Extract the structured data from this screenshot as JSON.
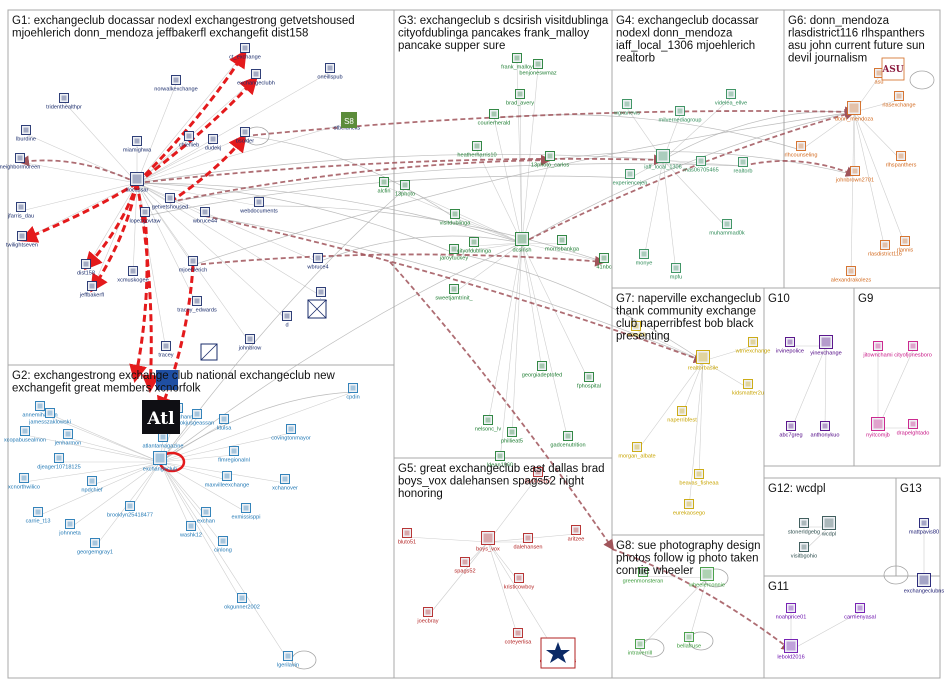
{
  "groups": [
    {
      "id": "G1",
      "title": [
        "G1: exchangeclub docassar nodexl exchangestrong getvetshoused",
        "mjoehlerich donn_mendoza jeffbakerfl exchangefit dist158"
      ],
      "color": "#1a2c6b"
    },
    {
      "id": "G2",
      "title": [
        "G2: exchangestrong exchange club national exchangeclub new",
        "exchangefit great members xcnorfolk"
      ],
      "color": "#1f77b4"
    },
    {
      "id": "G3",
      "title": [
        "G3: exchangeclub s dcsirish visitdublinga",
        "cityofdublinga pancakes frank_malloy",
        "pancake supper sure"
      ],
      "color": "#1e7d32"
    },
    {
      "id": "G4",
      "title": [
        "G4: exchangeclub docassar",
        "nodexl donn_mendoza",
        "iaff_local_1306 mjoehlerich",
        "realtorb"
      ],
      "color": "#2e8b57"
    },
    {
      "id": "G5",
      "title": [
        "G5: great exchangeclub east dallas brad",
        "boys_vox dalehansen spags52 night",
        "honoring"
      ],
      "color": "#b22222"
    },
    {
      "id": "G6",
      "title": [
        "G6: donn_mendoza",
        "rlasdistrict116 rlhspanthers",
        "asu john current future sun",
        "devil journalism"
      ],
      "color": "#d2691e"
    },
    {
      "id": "G7",
      "title": [
        "G7: naperville exchangeclub",
        "thank community exchange",
        "club naperribfest bob black",
        "presenting"
      ],
      "color": "#c8a400"
    },
    {
      "id": "G8",
      "title": [
        "G8: sue photography design",
        "photos follow ig photo taken",
        "connie wheeler"
      ],
      "color": "#3a9a3a"
    },
    {
      "id": "G9",
      "title": [
        "G9"
      ],
      "color": "#c71585"
    },
    {
      "id": "G10",
      "title": [
        "G10"
      ],
      "color": "#4b0082"
    },
    {
      "id": "G11",
      "title": [
        "G11"
      ],
      "color": "#6a0dad"
    },
    {
      "id": "G12",
      "title": [
        "G12: wcdpl"
      ],
      "color": "#2f4f4f"
    },
    {
      "id": "G13",
      "title": [
        "G13"
      ],
      "color": "#191970"
    }
  ],
  "nodes": {
    "G1": [
      "ct_exchange",
      "exchangeclubh",
      "oneillspub",
      "norwalkexchange",
      "stbeldricks",
      "tridenthealthpr",
      "lburdine",
      "miamighwa",
      "bsolder",
      "neighbormoreen",
      "chieflieb",
      "dudekj",
      "docassar",
      "getvetshoused",
      "jfarris_dau",
      "webdocuments",
      "lopezgovtaw",
      "wbruce44",
      "twilightseven",
      "mjoehlerich",
      "dist158",
      "xcmuskogee",
      "tracey_edwards",
      "wbruce4",
      "jeffbakerfl",
      "mjoe",
      "johnbrow",
      "d",
      "tracey"
    ],
    "G2": [
      "annemihaelen",
      "weatherchannel",
      "okjusgeassan",
      "jamesszaklowski",
      "atlantamagazine",
      "ktulsa",
      "xcopabusealmon",
      "jenharmon",
      "covingtonmayor",
      "djeager10718125",
      "flmregionalnl",
      "xcnorthwilico",
      "exchangeclub",
      "maxvilleexchange",
      "xchanover",
      "npdchief",
      "carrie_t13",
      "brooklyn25418477",
      "exchan",
      "exmissisppi",
      "johnneta",
      "washk12",
      "georgemgray1",
      "cinlong",
      "cpdin",
      "okgunner2002",
      "lgerilavin"
    ],
    "G3": [
      "frank_malloy",
      "benjoneswmaz",
      "brad_avery",
      "courierherald",
      "heatherharris10",
      "13photo_carlos",
      "alcfin",
      "13photo",
      "visitdublinga",
      "dcsirish",
      "jaroytuckey",
      "cityofdublinga",
      "morrisbankga",
      "41nbc",
      "sweetjamtrinit_",
      "georgiadeptofed",
      "fphospital",
      "nelsonc_lv",
      "phillieat5",
      "ldean1960",
      "gadcenutrition"
    ],
    "G4": [
      "wgxanews",
      "milvernediagroup",
      "videlea_ellve",
      "iaff_local_1306",
      "mas06705465",
      "realtorb",
      "experiencejen",
      "muhammad0k",
      "monye",
      "mpfu"
    ],
    "G5": [
      "jaydavis17",
      "bluto51",
      "boys_vox",
      "dalehansen",
      "spags52",
      "kristicowboy",
      "aritzee",
      "joecbray",
      "coteyerlisa",
      "dallascowboys"
    ],
    "G6": [
      "asu",
      "rlasexchange",
      "donn_mendoza",
      "rlhcounseling",
      "rlhspanthers",
      "johnbrown2701",
      "rlasdistrict116",
      "rlannis",
      "alexandrakolezs"
    ],
    "G7": [
      "sebuildi",
      "realtorbasile",
      "wtrnexchange",
      "naperribfest",
      "kidsmatter2u",
      "morgan_albate",
      "beavas_fisheaa",
      "eurekaosego"
    ],
    "G8": [
      "greenmonsteran",
      "wheelerconnie",
      "intraverrill",
      "bellafruse"
    ],
    "G9": [
      "jitownchami",
      "cityofjonesboro",
      "nyitcomjb",
      "drapelghtado"
    ],
    "G10": [
      "irvinepolice",
      "yinexchange",
      "abc7greg",
      "anthonykuo"
    ],
    "G11": [
      "noahprice01",
      "carmenyasal",
      "lebold2016"
    ],
    "G12": [
      "stonerldgebg",
      "wcdpl",
      "visitbgohio"
    ],
    "G13": [
      "mattpavis80",
      "exchangeclubns"
    ]
  }
}
